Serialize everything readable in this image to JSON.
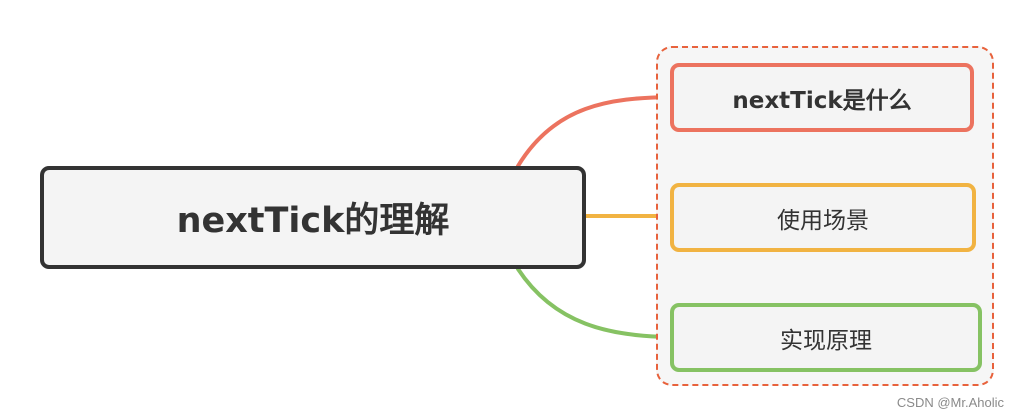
{
  "diagram": {
    "root": {
      "label": "nextTick的理解"
    },
    "children": [
      {
        "label": "nextTick是什么",
        "color": "#ec735f"
      },
      {
        "label": "使用场景",
        "color": "#f1b342"
      },
      {
        "label": "实现原理",
        "color": "#86c263"
      }
    ],
    "group_border_color": "#e8623c"
  },
  "watermark": "CSDN @Mr.Aholic"
}
